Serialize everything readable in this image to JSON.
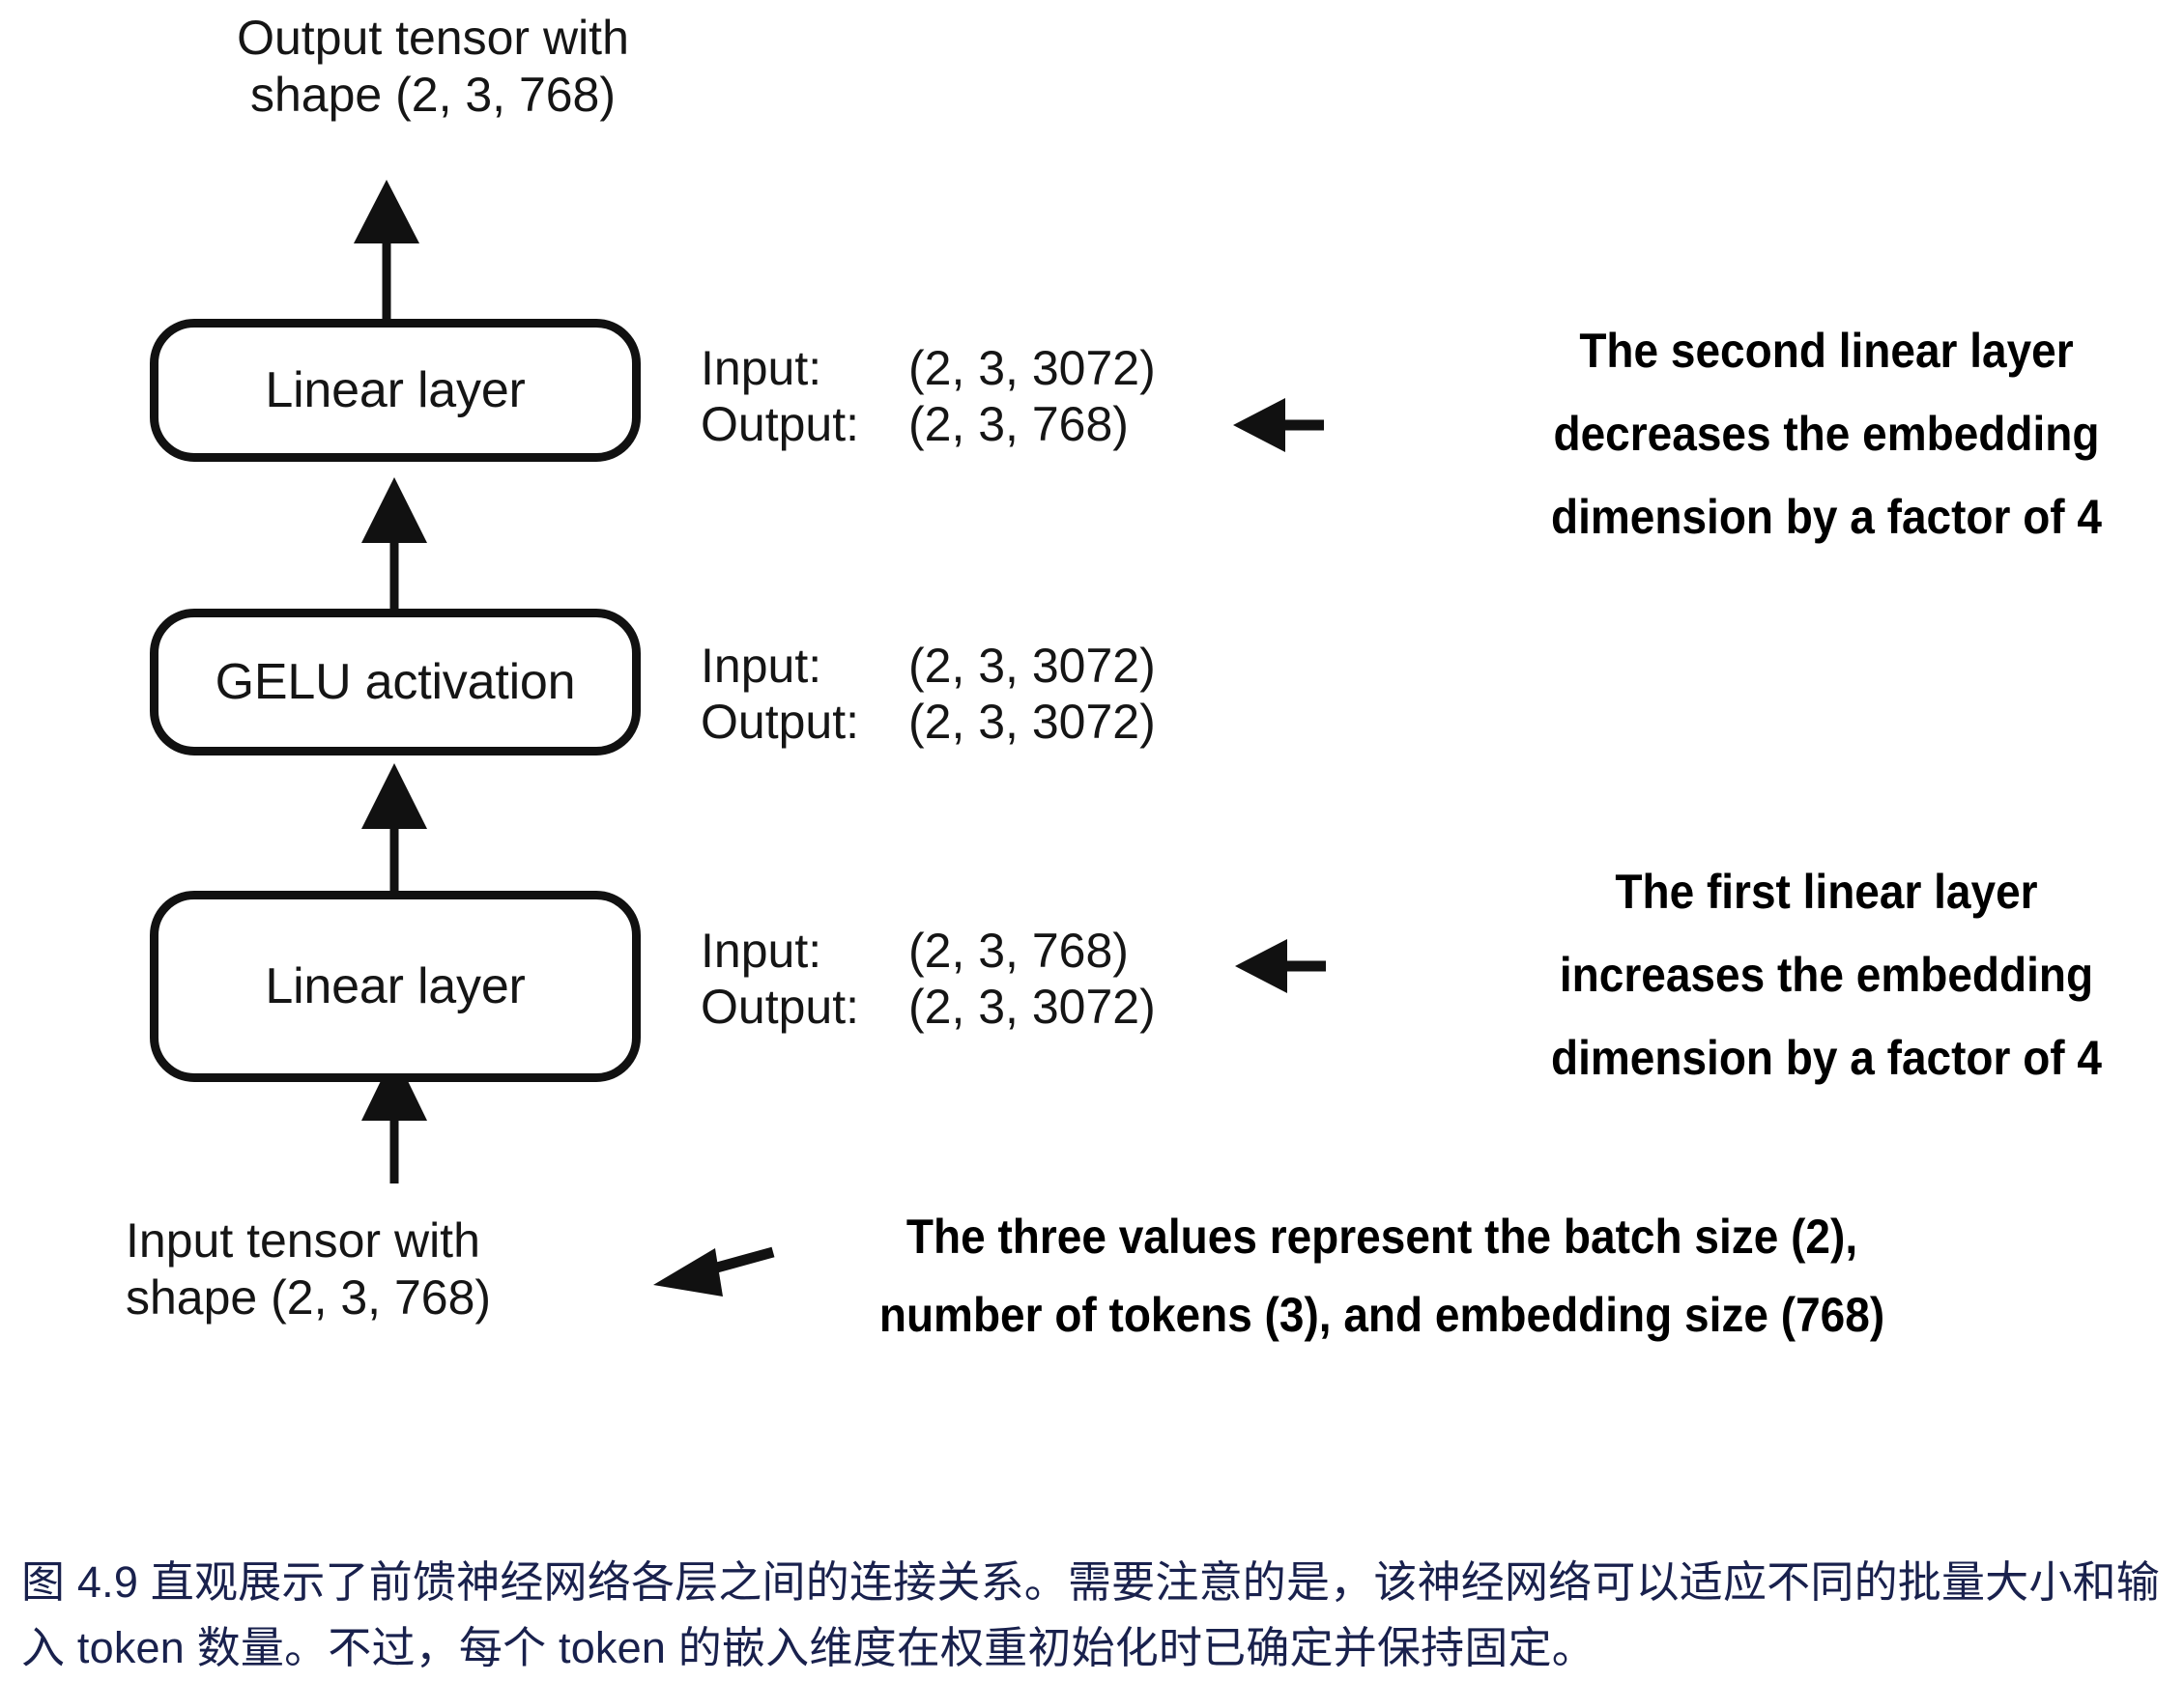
{
  "figure": {
    "top_label": "Output tensor with\nshape (2, 3, 768)",
    "bottom_label": "Input tensor with\nshape (2, 3, 768)",
    "nodes": [
      {
        "id": "linear-top",
        "label": "Linear layer"
      },
      {
        "id": "gelu",
        "label": "GELU activation"
      },
      {
        "id": "linear-bottom",
        "label": "Linear layer"
      }
    ],
    "io_specs": [
      {
        "id": "top",
        "input_key": "Input:",
        "input_value": "(2, 3, 3072)",
        "output_key": "Output:",
        "output_value": "(2, 3, 768)"
      },
      {
        "id": "middle",
        "input_key": "Input:",
        "input_value": "(2, 3, 3072)",
        "output_key": "Output:",
        "output_value": "(2, 3, 3072)"
      },
      {
        "id": "bottom",
        "input_key": "Input:",
        "input_value": "(2, 3, 768)",
        "output_key": "Output:",
        "output_value": "(2, 3, 3072)"
      }
    ],
    "callouts": [
      {
        "id": "second-layer",
        "text": "The second linear layer decreases the embedding dimension by a factor of 4"
      },
      {
        "id": "first-layer",
        "text": "The first linear layer increases the embedding dimension by a factor of 4"
      },
      {
        "id": "three-values",
        "text": "The three values represent the batch size (2), number of tokens (3), and embedding size (768)"
      }
    ],
    "colors": {
      "stroke": "#111111",
      "text": "#151515",
      "caption": "#19214d",
      "background": "#ffffff"
    }
  },
  "caption": {
    "text": "图 4.9 直观展示了前馈神经网络各层之间的连接关系。需要注意的是，该神经网络可以适应不同的批量大小和输入 token 数量。不过，每个 token 的嵌入维度在权重初始化时已确定并保持固定。"
  }
}
